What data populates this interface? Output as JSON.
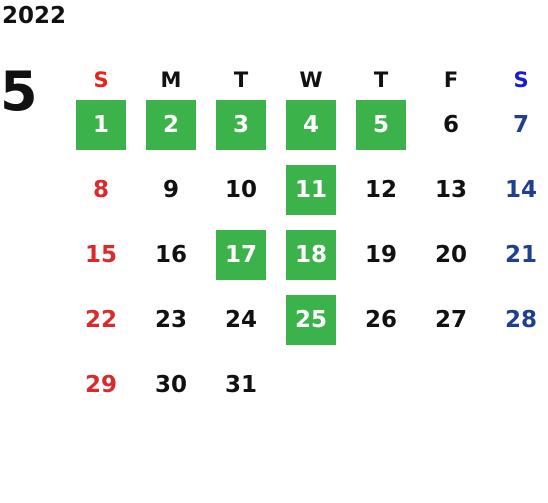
{
  "calendar": {
    "year": "2022",
    "month": "5",
    "weekdays": [
      "S",
      "M",
      "T",
      "W",
      "T",
      "F",
      "S"
    ],
    "weeks": [
      [
        "",
        "",
        "",
        "",
        "",
        "",
        ""
      ],
      [
        "1",
        "2",
        "3",
        "4",
        "5",
        "6",
        "7"
      ],
      [
        "8",
        "9",
        "10",
        "11",
        "12",
        "13",
        "14"
      ],
      [
        "15",
        "16",
        "17",
        "18",
        "19",
        "20",
        "21"
      ],
      [
        "22",
        "23",
        "24",
        "25",
        "26",
        "27",
        "28"
      ],
      [
        "29",
        "30",
        "31",
        "",
        "",
        "",
        ""
      ]
    ],
    "highlighted_days": [
      "1",
      "2",
      "3",
      "4",
      "5",
      "11",
      "17",
      "18",
      "25"
    ]
  },
  "colors": {
    "highlight_bg": "#3cb34a",
    "highlight_text": "#ffffff",
    "sunday_header": "#e8231c",
    "saturday_header": "#1a1ad0",
    "sunday_day": "#d92b2b",
    "saturday_day": "#1f3f8f",
    "weekday_text": "#111111"
  }
}
